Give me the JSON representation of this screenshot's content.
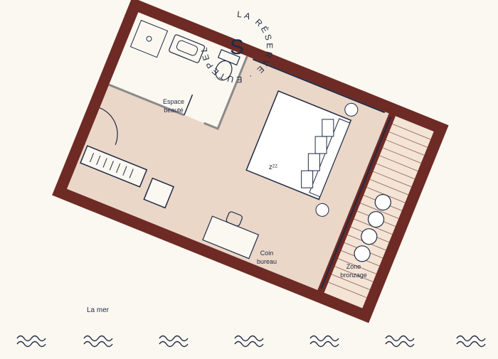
{
  "brand": {
    "logo_text": "LA RÉSERVE · EUTEPEL ·",
    "monogram": "S"
  },
  "rooms": {
    "beauty_line1": "Espace",
    "beauty_line2": "beauté",
    "desk_line1": "Coin",
    "desk_line2": "bureau",
    "sun_line1": "Zone",
    "sun_line2": "bronzage",
    "sleep_mark": "zᶻᶻ"
  },
  "sea": {
    "label": "La mer",
    "wave_count": 7
  },
  "colors": {
    "wall": "#6E2A24",
    "floor": "#EAD7C8",
    "terrace": "#F3E4D5",
    "line": "#1F2A44",
    "background": "#FBF8F1"
  }
}
